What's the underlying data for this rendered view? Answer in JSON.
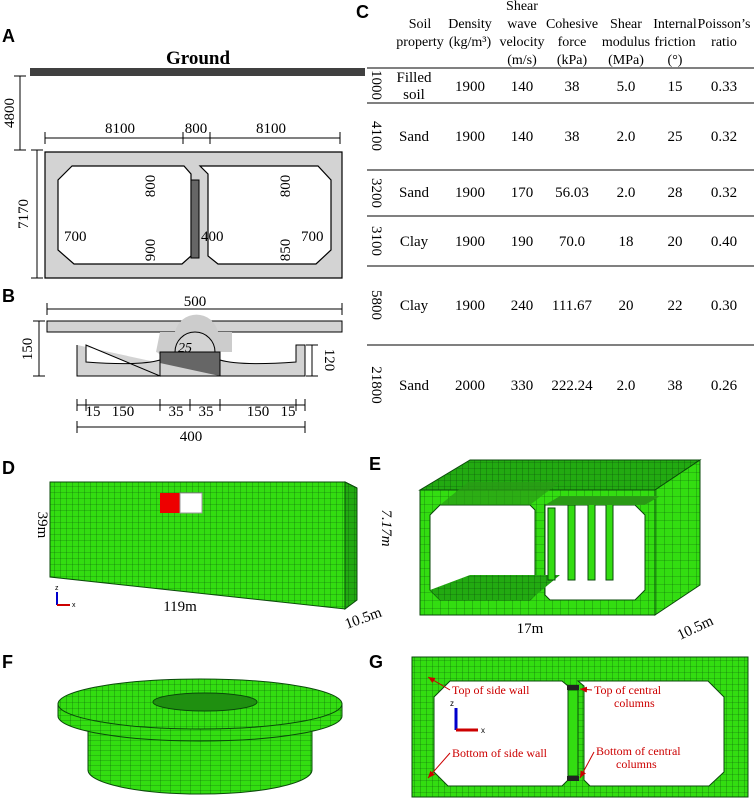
{
  "panel_labels": {
    "A": "A",
    "B": "B",
    "C": "C",
    "D": "D",
    "E": "E",
    "F": "F",
    "G": "G"
  },
  "panel_a": {
    "ground": "Ground",
    "depth": "4800",
    "width_left": "8100",
    "width_center": "800",
    "width_right": "8100",
    "height": "7170",
    "haunch_top_left": "800",
    "haunch_top_right": "800",
    "side_wall_left": "700",
    "side_wall_right": "700",
    "column": "400",
    "haunch_bottom_left": "900",
    "haunch_bottom_right": "850"
  },
  "panel_b": {
    "top_width": "500",
    "height": "150",
    "radius": "25",
    "right_height": "120",
    "segments": [
      "15",
      "150",
      "35",
      "35",
      "150",
      "15"
    ],
    "bottom_width": "400"
  },
  "panel_c": {
    "headers": [
      [
        "Soil",
        "property"
      ],
      [
        "Density",
        "(kg/m³)"
      ],
      [
        "Shear",
        "wave",
        "velocity",
        "(m/s)"
      ],
      [
        "Cohesive",
        "force",
        "(kPa)"
      ],
      [
        "Shear",
        "modulus",
        "(MPa)"
      ],
      [
        "Internal",
        "friction",
        "(°)"
      ],
      [
        "Poisson’s",
        "ratio"
      ]
    ],
    "rows": [
      {
        "thickness": "1000",
        "soil": [
          "Filled",
          "soil"
        ],
        "density": "1900",
        "velocity": "140",
        "cohesion": "38",
        "modulus": "5.0",
        "friction": "15",
        "poisson": "0.33"
      },
      {
        "thickness": "4100",
        "soil": [
          "Sand"
        ],
        "density": "1900",
        "velocity": "140",
        "cohesion": "38",
        "modulus": "2.0",
        "friction": "25",
        "poisson": "0.32"
      },
      {
        "thickness": "3200",
        "soil": [
          "Sand"
        ],
        "density": "1900",
        "velocity": "170",
        "cohesion": "56.03",
        "modulus": "2.0",
        "friction": "28",
        "poisson": "0.32"
      },
      {
        "thickness": "3100",
        "soil": [
          "Clay"
        ],
        "density": "1900",
        "velocity": "190",
        "cohesion": "70.0",
        "modulus": "18",
        "friction": "20",
        "poisson": "0.40"
      },
      {
        "thickness": "5800",
        "soil": [
          "Clay"
        ],
        "density": "1900",
        "velocity": "240",
        "cohesion": "111.67",
        "modulus": "20",
        "friction": "22",
        "poisson": "0.30"
      },
      {
        "thickness": "21800",
        "soil": [
          "Sand"
        ],
        "density": "2000",
        "velocity": "330",
        "cohesion": "222.24",
        "modulus": "2.0",
        "friction": "38",
        "poisson": "0.26"
      }
    ]
  },
  "panel_d": {
    "height": "39m",
    "length": "119m",
    "depth": "10.5m",
    "axis_z": "z",
    "axis_x": "x"
  },
  "panel_e": {
    "height": "7.17m",
    "length": "17m",
    "depth": "10.5m"
  },
  "panel_g": {
    "top_side_wall": "Top of side wall",
    "top_central": [
      "Top of  central",
      "columns"
    ],
    "bottom_side_wall": "Bottom of side wall",
    "bottom_central": [
      "Bottom of  central",
      "columns"
    ],
    "axis_z": "z",
    "axis_x": "x"
  },
  "colors": {
    "mesh_green": "#33dd11",
    "mesh_line": "#0a5a0a",
    "concrete": "#d3d3d3",
    "column": "#666666",
    "annotation": "#cc0000"
  }
}
